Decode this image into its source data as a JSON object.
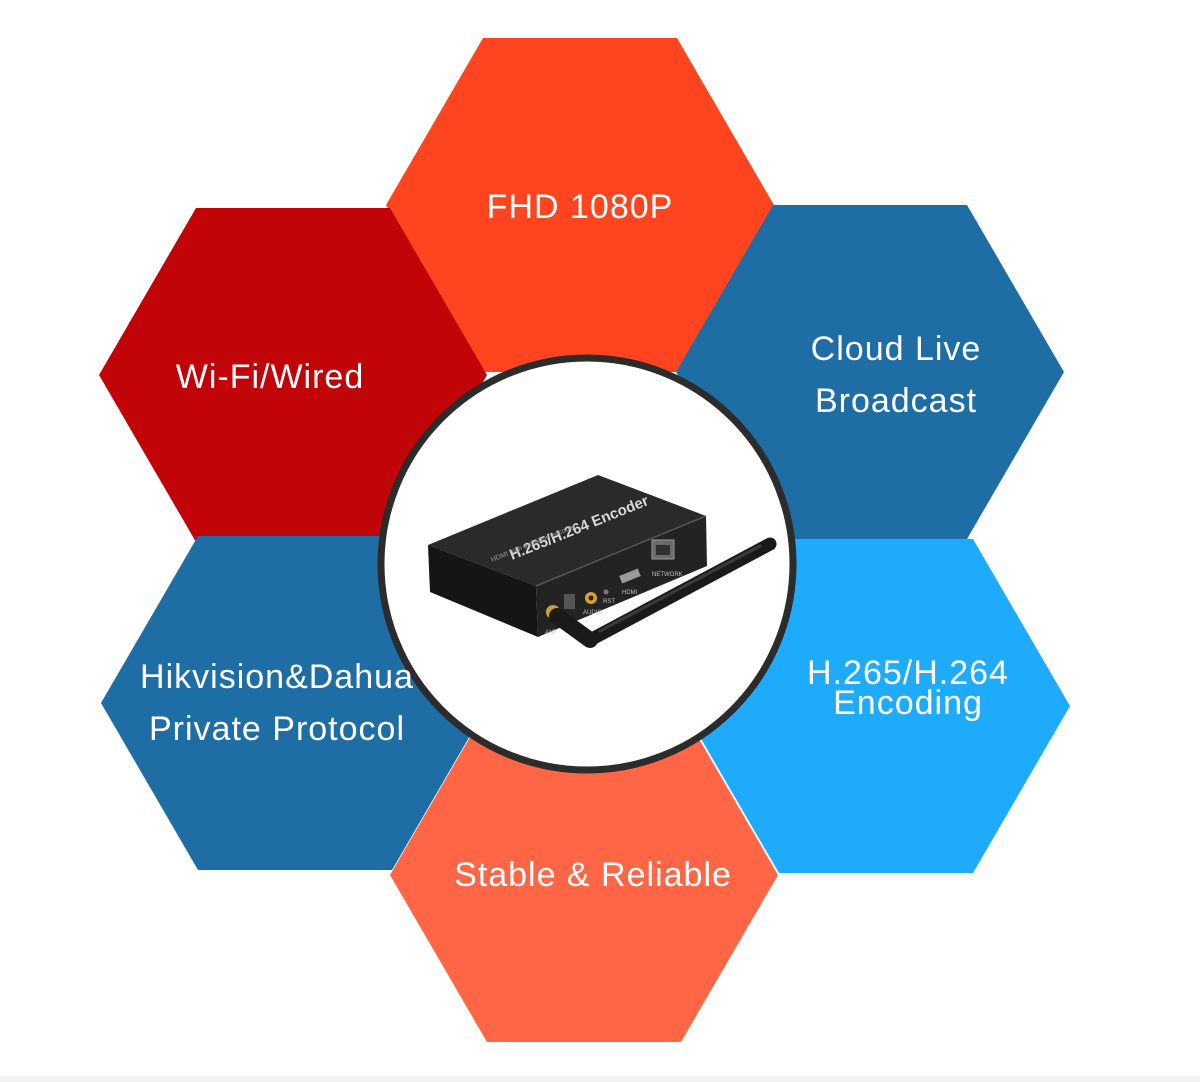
{
  "features": {
    "top": "FHD 1080P",
    "upper_left": "Wi-Fi/Wired",
    "upper_right_line1": "Cloud Live",
    "upper_right_line2": "Broadcast",
    "lower_left_line1": "Hikvision&Dahua",
    "lower_left_line2": "Private Protocol",
    "lower_right_line1": "H.265/H.264",
    "lower_right_line2": "Encoding",
    "bottom": "Stable & Reliable"
  },
  "product": {
    "front_label": "H.265/H.264 Encoder",
    "front_sublabel": "HDMI high definition encoder",
    "port_labels": [
      "ANT",
      "AUDIO",
      "RST",
      "HDMI",
      "NETWORK"
    ]
  },
  "colors": {
    "top": "#ff4520",
    "upper_left": "#c00408",
    "upper_right": "#1e6ea5",
    "lower_left": "#1e6ea5",
    "lower_right": "#1fabfb",
    "bottom": "#ff6645"
  }
}
